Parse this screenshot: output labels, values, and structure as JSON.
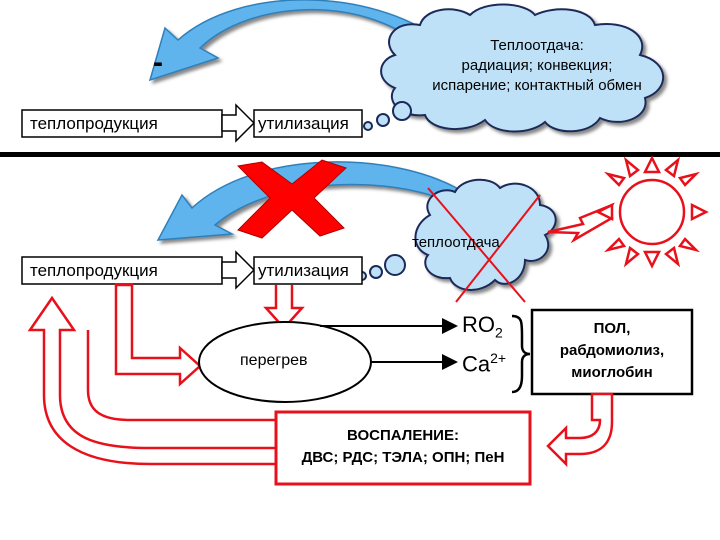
{
  "top": {
    "minus_sign": "-",
    "heat_production": "теплопродукция",
    "utilization": "утилизация",
    "cloud_lines": [
      "Теплоотдача:",
      "радиация; конвекция;",
      "испарение; контактный обмен"
    ]
  },
  "bottom": {
    "heat_production": "теплопродукция",
    "utilization": "утилизация",
    "cloud_text": "теплоотдача",
    "overheating": "перегрев",
    "ro2_base": "RO",
    "ro2_sub": "2",
    "ca_base": "Ca",
    "ca_sup": "2+",
    "lipid_box_lines": [
      "ПОЛ,",
      "рабдомиолиз,",
      "миоглобин"
    ],
    "inflammation_lines": [
      "ВОСПАЛЕНИЕ:",
      "ДВС; РДС; ТЭЛА; ОПН; ПеН"
    ]
  },
  "colors": {
    "blue_arrow": "#5fb4ee",
    "cloud_fill": "#bfe1f7",
    "red": "#e8101a",
    "cross": "#ff0000",
    "divider": "#000000"
  },
  "icons": [
    "sun-icon",
    "lightning-icon",
    "cross-icon",
    "brace-icon"
  ]
}
